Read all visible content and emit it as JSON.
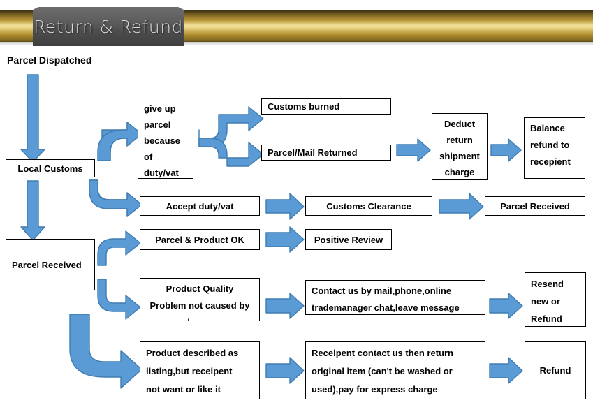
{
  "header": {
    "title": "Return & Refund",
    "bar_color_top": "#3b2f14",
    "bar_color_mid": "#f2e09a",
    "bar_color_bottom": "#5d4a18",
    "plate_color": "#4e4e4e",
    "title_color": "#d8d8d8"
  },
  "theme": {
    "arrow_fill": "#5b9bd5",
    "arrow_stroke": "#3f7cb0",
    "node_border": "#000000",
    "node_background": "#ffffff",
    "text_color": "#000000"
  },
  "nodes": {
    "parcel_dispatched": "Parcel Dispatched",
    "local_customs": "Local Customs",
    "parcel_received_left": "Parcel Received",
    "give_up_parcel": "give up parcel because of duty/vat",
    "give_up_parcel_lines": [
      "give up",
      "parcel",
      "because",
      "of",
      "duty/vat"
    ],
    "customs_burned": "Customs burned",
    "parcel_mail_returned": "Parcel/Mail Returned",
    "deduct_return_charge": "Deduct return shipment charge",
    "deduct_return_charge_lines": [
      "Deduct",
      "return",
      "shipment",
      "charge"
    ],
    "balance_refund": "Balance refund to recepient",
    "balance_refund_lines": [
      "Balance",
      "refund to",
      "recepient"
    ],
    "accept_duty_vat": "Accept duty/vat",
    "customs_clearance": "Customs Clearance",
    "parcel_received_right": "Parcel Received",
    "parcel_product_ok": "Parcel & Product OK",
    "positive_review": "Positive Review",
    "product_quality_problem": "Product Quality Problem not caused by buyer",
    "product_quality_problem_lines": [
      "Product Quality",
      "Problem not caused by",
      "buyer"
    ],
    "contact_us": "Contact us by mail,phone,online trademanager chat,leave message",
    "contact_us_lines": [
      "Contact us by mail,phone,online",
      "trademanager chat,leave message"
    ],
    "resend_or_refund": "Resend new or Refund",
    "resend_or_refund_lines": [
      "Resend",
      "new or",
      "Refund"
    ],
    "product_described": "Product described as listing,but receipent not want or like it",
    "product_described_lines": [
      "Product described as",
      "listing,but receipent",
      "not want or like it"
    ],
    "recipient_return": "Receipent contact us then return original item (can't be washed or used),pay for express charge",
    "recipient_return_lines": [
      "Receipent contact us then return",
      "original item (can't be washed or",
      "used),pay for express charge"
    ],
    "refund": "Refund"
  },
  "connectors": [
    {
      "name": "parcel-dispatched-to-local-customs",
      "kind": "arrow-down"
    },
    {
      "name": "local-customs-to-give-up-parcel",
      "kind": "arrow-elbow-up-right"
    },
    {
      "name": "give-up-parcel-split",
      "kind": "arrow-split-two"
    },
    {
      "name": "parcel-mail-returned-to-deduct",
      "kind": "arrow-right"
    },
    {
      "name": "deduct-to-balance-refund",
      "kind": "arrow-right"
    },
    {
      "name": "local-customs-to-accept-duty",
      "kind": "arrow-elbow-down-right"
    },
    {
      "name": "accept-duty-to-customs-clearance",
      "kind": "arrow-right"
    },
    {
      "name": "customs-clearance-to-parcel-received",
      "kind": "arrow-right"
    },
    {
      "name": "local-customs-to-parcel-received",
      "kind": "arrow-down"
    },
    {
      "name": "parcel-received-to-parcel-product-ok",
      "kind": "arrow-elbow-up-right"
    },
    {
      "name": "parcel-product-ok-to-positive-review",
      "kind": "arrow-right"
    },
    {
      "name": "parcel-received-to-product-quality",
      "kind": "arrow-elbow-down-right"
    },
    {
      "name": "product-quality-to-contact-us",
      "kind": "arrow-right"
    },
    {
      "name": "contact-us-to-resend-refund",
      "kind": "arrow-right"
    },
    {
      "name": "parcel-received-to-product-described",
      "kind": "arrow-elbow-down-right-large"
    },
    {
      "name": "product-described-to-recipient-return",
      "kind": "arrow-right"
    },
    {
      "name": "recipient-return-to-refund",
      "kind": "arrow-right"
    }
  ]
}
